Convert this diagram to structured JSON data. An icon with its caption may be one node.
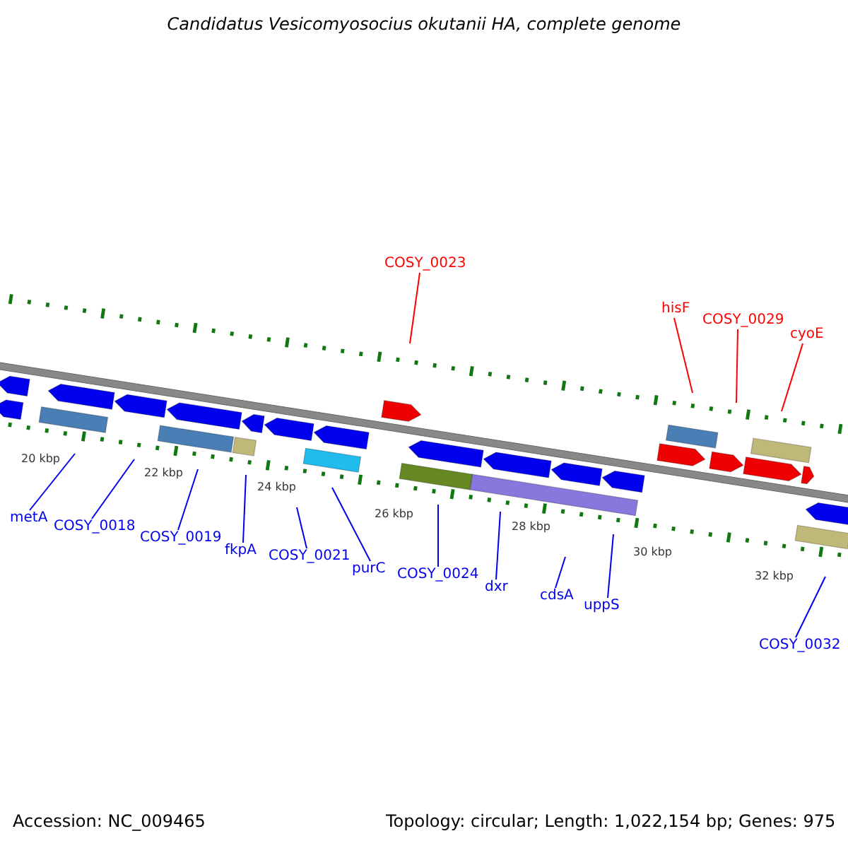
{
  "diagram": {
    "title": "Candidatus Vesicomyosocius okutanii HA, complete genome",
    "nodes": [
      {
        "text": [
          "metA"
        ]
      },
      {
        "text": [
          "COSY_0018"
        ]
      },
      {
        "text": [
          "COSY_0019"
        ]
      },
      {
        "text": [
          "fkpA"
        ]
      },
      {
        "text": [
          "COSY_0021"
        ]
      },
      {
        "text": [
          "purC"
        ]
      },
      {
        "text": [
          "COSY_0023"
        ]
      },
      {
        "text": [
          "COSY_0024"
        ]
      },
      {
        "text": [
          "dxr"
        ]
      },
      {
        "text": [
          "cdsA"
        ]
      },
      {
        "text": [
          "uppS"
        ]
      },
      {
        "text": [
          "hisF"
        ]
      },
      {
        "text": [
          "COSY_0029"
        ]
      },
      {
        "text": [
          "cyoE"
        ]
      },
      {
        "text": [
          "COSY_0032"
        ]
      }
    ],
    "edges": [
      {
        "from": 0,
        "to": null,
        "arrow": "none"
      },
      {
        "from": 1,
        "to": null,
        "arrow": "none"
      },
      {
        "from": 2,
        "to": null,
        "arrow": "none"
      },
      {
        "from": 3,
        "to": null,
        "arrow": "none"
      },
      {
        "from": 4,
        "to": null,
        "arrow": "none"
      },
      {
        "from": 5,
        "to": null,
        "arrow": "none"
      },
      {
        "from": 6,
        "to": null,
        "arrow": "none",
        "color": "#ff0000"
      },
      {
        "from": 7,
        "to": null,
        "arrow": "none"
      },
      {
        "from": 8,
        "to": null,
        "arrow": "none"
      },
      {
        "from": 9,
        "to": null,
        "arrow": "none"
      },
      {
        "from": 10,
        "to": null,
        "arrow": "none"
      },
      {
        "from": 11,
        "to": null,
        "arrow": "none",
        "color": "#ff0000"
      },
      {
        "from": 12,
        "to": null,
        "arrow": "none",
        "color": "#ff0000"
      },
      {
        "from": 13,
        "to": null,
        "arrow": "none",
        "color": "#ff0000"
      },
      {
        "from": 14,
        "to": null,
        "arrow": "none"
      }
    ],
    "labels": [
      "20 kbp",
      "22 kbp",
      "24 kbp",
      "26 kbp",
      "28 kbp",
      "30 kbp",
      "32 kbp",
      "Accession: NC_009465",
      "Topology: circular; Length: 1,022,154 bp; Genes: 975"
    ]
  }
}
